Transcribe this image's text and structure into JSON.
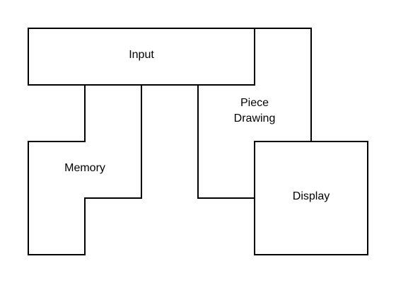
{
  "diagram": {
    "blocks": {
      "input": {
        "label": "Input"
      },
      "memory": {
        "label": "Memory"
      },
      "piece_drawing": {
        "label_line1": "Piece",
        "label_line2": "Drawing"
      },
      "display": {
        "label": "Display"
      }
    },
    "colors": {
      "stroke": "#000000",
      "fill": "#ffffff"
    }
  }
}
